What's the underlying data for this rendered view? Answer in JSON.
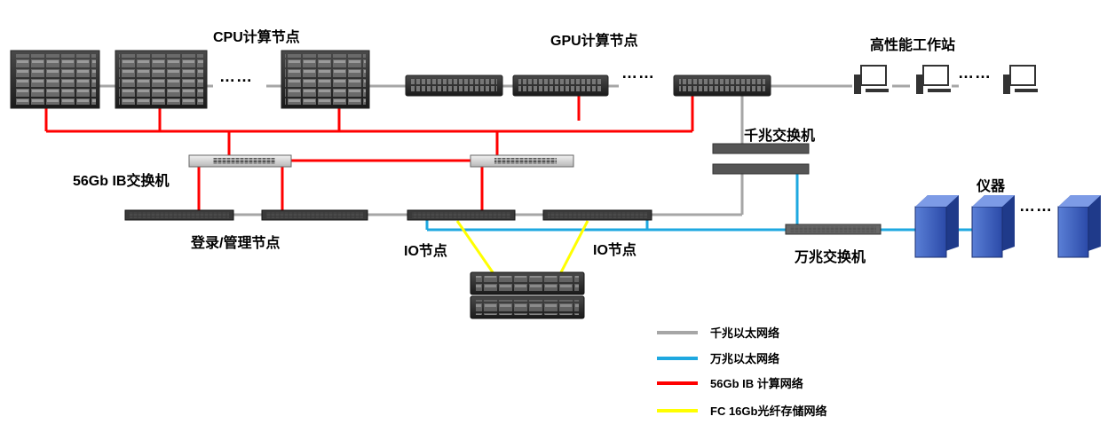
{
  "labels": {
    "cpu_nodes": "CPU计算节点",
    "gpu_nodes": "GPU计算节点",
    "workstations": "高性能工作站",
    "gigabit_switch": "千兆交换机",
    "ib_switch": "56Gb IB交换机",
    "login_mgmt_nodes": "登录/管理节点",
    "io_node_left": "IO节点",
    "io_node_right": "IO节点",
    "ten_gig_switch": "万兆交换机",
    "instruments": "仪器",
    "ellipsis": "……"
  },
  "legend": [
    {
      "label": "千兆以太网络",
      "color": "#a6a6a6"
    },
    {
      "label": "万兆以太网络",
      "color": "#1ea8e0"
    },
    {
      "label": "56Gb IB 计算网络",
      "color": "#ff0000"
    },
    {
      "label": "FC  16Gb光纤存储网络",
      "color": "#ffff00"
    }
  ],
  "colors": {
    "gigabit": "#a6a6a6",
    "ten_gig": "#1ea8e0",
    "ib": "#ff0000",
    "fc": "#ffff00"
  }
}
